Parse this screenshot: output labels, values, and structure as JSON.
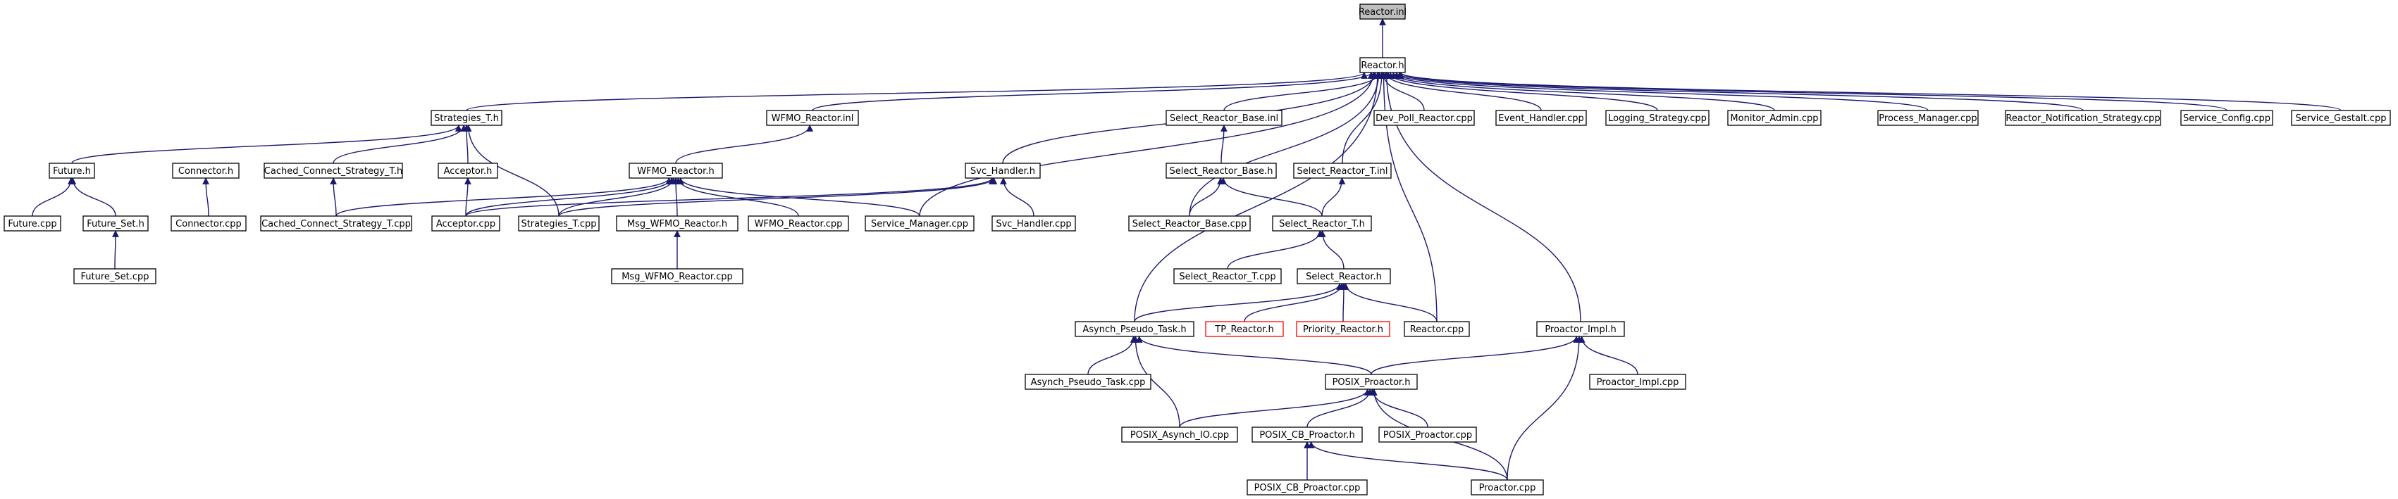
{
  "title": "Reactor.inl",
  "nodes": [
    {
      "id": "reactor_inl",
      "label": "Reactor.inl",
      "style": "root"
    },
    {
      "id": "reactor_h",
      "label": "Reactor.h"
    },
    {
      "id": "strategies_t_h",
      "label": "Strategies_T.h"
    },
    {
      "id": "wfmo_reactor_inl",
      "label": "WFMO_Reactor.inl"
    },
    {
      "id": "select_reactor_base_inl",
      "label": "Select_Reactor_Base.inl"
    },
    {
      "id": "dev_poll_reactor_cpp",
      "label": "Dev_Poll_Reactor.cpp"
    },
    {
      "id": "event_handler_cpp",
      "label": "Event_Handler.cpp"
    },
    {
      "id": "logging_strategy_cpp",
      "label": "Logging_Strategy.cpp"
    },
    {
      "id": "monitor_admin_cpp",
      "label": "Monitor_Admin.cpp"
    },
    {
      "id": "process_manager_cpp",
      "label": "Process_Manager.cpp"
    },
    {
      "id": "reactor_notification_strategy_cpp",
      "label": "Reactor_Notification_Strategy.cpp"
    },
    {
      "id": "service_config_cpp",
      "label": "Service_Config.cpp"
    },
    {
      "id": "service_gestalt_cpp",
      "label": "Service_Gestalt.cpp"
    },
    {
      "id": "future_h",
      "label": "Future.h"
    },
    {
      "id": "connector_h",
      "label": "Connector.h"
    },
    {
      "id": "cached_connect_strategy_t_h",
      "label": "Cached_Connect_Strategy_T.h"
    },
    {
      "id": "acceptor_h",
      "label": "Acceptor.h"
    },
    {
      "id": "wfmo_reactor_h",
      "label": "WFMO_Reactor.h"
    },
    {
      "id": "svc_handler_h",
      "label": "Svc_Handler.h"
    },
    {
      "id": "select_reactor_base_h",
      "label": "Select_Reactor_Base.h"
    },
    {
      "id": "select_reactor_t_inl",
      "label": "Select_Reactor_T.inl"
    },
    {
      "id": "future_cpp",
      "label": "Future.cpp"
    },
    {
      "id": "future_set_h",
      "label": "Future_Set.h"
    },
    {
      "id": "connector_cpp",
      "label": "Connector.cpp"
    },
    {
      "id": "cached_connect_strategy_t_cpp",
      "label": "Cached_Connect_Strategy_T.cpp"
    },
    {
      "id": "acceptor_cpp",
      "label": "Acceptor.cpp"
    },
    {
      "id": "strategies_t_cpp",
      "label": "Strategies_T.cpp"
    },
    {
      "id": "msg_wfmo_reactor_h",
      "label": "Msg_WFMO_Reactor.h"
    },
    {
      "id": "wfmo_reactor_cpp",
      "label": "WFMO_Reactor.cpp"
    },
    {
      "id": "service_manager_cpp",
      "label": "Service_Manager.cpp"
    },
    {
      "id": "svc_handler_cpp",
      "label": "Svc_Handler.cpp"
    },
    {
      "id": "select_reactor_base_cpp",
      "label": "Select_Reactor_Base.cpp"
    },
    {
      "id": "select_reactor_t_h",
      "label": "Select_Reactor_T.h"
    },
    {
      "id": "future_set_cpp",
      "label": "Future_Set.cpp"
    },
    {
      "id": "msg_wfmo_reactor_cpp",
      "label": "Msg_WFMO_Reactor.cpp"
    },
    {
      "id": "select_reactor_t_cpp",
      "label": "Select_Reactor_T.cpp"
    },
    {
      "id": "select_reactor_h",
      "label": "Select_Reactor.h"
    },
    {
      "id": "asynch_pseudo_task_h",
      "label": "Asynch_Pseudo_Task.h"
    },
    {
      "id": "tp_reactor_h",
      "label": "TP_Reactor.h",
      "style": "red"
    },
    {
      "id": "priority_reactor_h",
      "label": "Priority_Reactor.h",
      "style": "red"
    },
    {
      "id": "reactor_cpp",
      "label": "Reactor.cpp"
    },
    {
      "id": "proactor_impl_h",
      "label": "Proactor_Impl.h"
    },
    {
      "id": "asynch_pseudo_task_cpp",
      "label": "Asynch_Pseudo_Task.cpp"
    },
    {
      "id": "posix_proactor_h",
      "label": "POSIX_Proactor.h"
    },
    {
      "id": "proactor_impl_cpp",
      "label": "Proactor_Impl.cpp"
    },
    {
      "id": "posix_asynch_io_cpp",
      "label": "POSIX_Asynch_IO.cpp"
    },
    {
      "id": "posix_cb_proactor_h",
      "label": "POSIX_CB_Proactor.h"
    },
    {
      "id": "posix_proactor_cpp",
      "label": "POSIX_Proactor.cpp"
    },
    {
      "id": "posix_cb_proactor_cpp",
      "label": "POSIX_CB_Proactor.cpp"
    },
    {
      "id": "proactor_cpp",
      "label": "Proactor.cpp"
    }
  ],
  "edges": [
    [
      "reactor_h",
      "reactor_inl"
    ],
    [
      "strategies_t_h",
      "reactor_h"
    ],
    [
      "wfmo_reactor_inl",
      "reactor_h"
    ],
    [
      "select_reactor_base_inl",
      "reactor_h"
    ],
    [
      "dev_poll_reactor_cpp",
      "reactor_h"
    ],
    [
      "event_handler_cpp",
      "reactor_h"
    ],
    [
      "logging_strategy_cpp",
      "reactor_h"
    ],
    [
      "monitor_admin_cpp",
      "reactor_h"
    ],
    [
      "process_manager_cpp",
      "reactor_h"
    ],
    [
      "reactor_notification_strategy_cpp",
      "reactor_h"
    ],
    [
      "service_config_cpp",
      "reactor_h"
    ],
    [
      "service_gestalt_cpp",
      "reactor_h"
    ],
    [
      "svc_handler_h",
      "reactor_h"
    ],
    [
      "service_manager_cpp",
      "reactor_h"
    ],
    [
      "select_reactor_base_cpp",
      "reactor_h"
    ],
    [
      "select_reactor_t_inl",
      "reactor_h"
    ],
    [
      "asynch_pseudo_task_h",
      "reactor_h"
    ],
    [
      "reactor_cpp",
      "reactor_h"
    ],
    [
      "proactor_impl_h",
      "reactor_h"
    ],
    [
      "future_h",
      "strategies_t_h"
    ],
    [
      "acceptor_h",
      "strategies_t_h"
    ],
    [
      "strategies_t_cpp",
      "strategies_t_h"
    ],
    [
      "cached_connect_strategy_t_h",
      "strategies_t_h"
    ],
    [
      "future_cpp",
      "future_h"
    ],
    [
      "future_set_h",
      "future_h"
    ],
    [
      "future_set_cpp",
      "future_set_h"
    ],
    [
      "connector_cpp",
      "connector_h"
    ],
    [
      "cached_connect_strategy_t_cpp",
      "cached_connect_strategy_t_h"
    ],
    [
      "acceptor_cpp",
      "acceptor_h"
    ],
    [
      "wfmo_reactor_h",
      "wfmo_reactor_inl"
    ],
    [
      "cached_connect_strategy_t_cpp",
      "wfmo_reactor_h"
    ],
    [
      "acceptor_cpp",
      "wfmo_reactor_h"
    ],
    [
      "strategies_t_cpp",
      "wfmo_reactor_h"
    ],
    [
      "msg_wfmo_reactor_h",
      "wfmo_reactor_h"
    ],
    [
      "wfmo_reactor_cpp",
      "wfmo_reactor_h"
    ],
    [
      "service_manager_cpp",
      "wfmo_reactor_h"
    ],
    [
      "msg_wfmo_reactor_cpp",
      "msg_wfmo_reactor_h"
    ],
    [
      "acceptor_cpp",
      "svc_handler_h"
    ],
    [
      "strategies_t_cpp",
      "svc_handler_h"
    ],
    [
      "svc_handler_cpp",
      "svc_handler_h"
    ],
    [
      "select_reactor_base_h",
      "select_reactor_base_inl"
    ],
    [
      "select_reactor_base_cpp",
      "select_reactor_base_h"
    ],
    [
      "select_reactor_t_h",
      "select_reactor_base_h"
    ],
    [
      "select_reactor_t_h",
      "select_reactor_t_inl"
    ],
    [
      "select_reactor_t_cpp",
      "select_reactor_t_h"
    ],
    [
      "select_reactor_h",
      "select_reactor_t_h"
    ],
    [
      "asynch_pseudo_task_h",
      "select_reactor_h"
    ],
    [
      "tp_reactor_h",
      "select_reactor_h"
    ],
    [
      "priority_reactor_h",
      "select_reactor_h"
    ],
    [
      "reactor_cpp",
      "select_reactor_h"
    ],
    [
      "asynch_pseudo_task_cpp",
      "asynch_pseudo_task_h"
    ],
    [
      "posix_proactor_h",
      "asynch_pseudo_task_h"
    ],
    [
      "posix_asynch_io_cpp",
      "asynch_pseudo_task_h"
    ],
    [
      "posix_proactor_h",
      "proactor_impl_h"
    ],
    [
      "proactor_impl_cpp",
      "proactor_impl_h"
    ],
    [
      "proactor_cpp",
      "proactor_impl_h"
    ],
    [
      "posix_asynch_io_cpp",
      "posix_proactor_h"
    ],
    [
      "posix_cb_proactor_h",
      "posix_proactor_h"
    ],
    [
      "posix_proactor_cpp",
      "posix_proactor_h"
    ],
    [
      "proactor_cpp",
      "posix_proactor_h"
    ],
    [
      "posix_cb_proactor_cpp",
      "posix_cb_proactor_h"
    ],
    [
      "proactor_cpp",
      "posix_cb_proactor_h"
    ]
  ]
}
